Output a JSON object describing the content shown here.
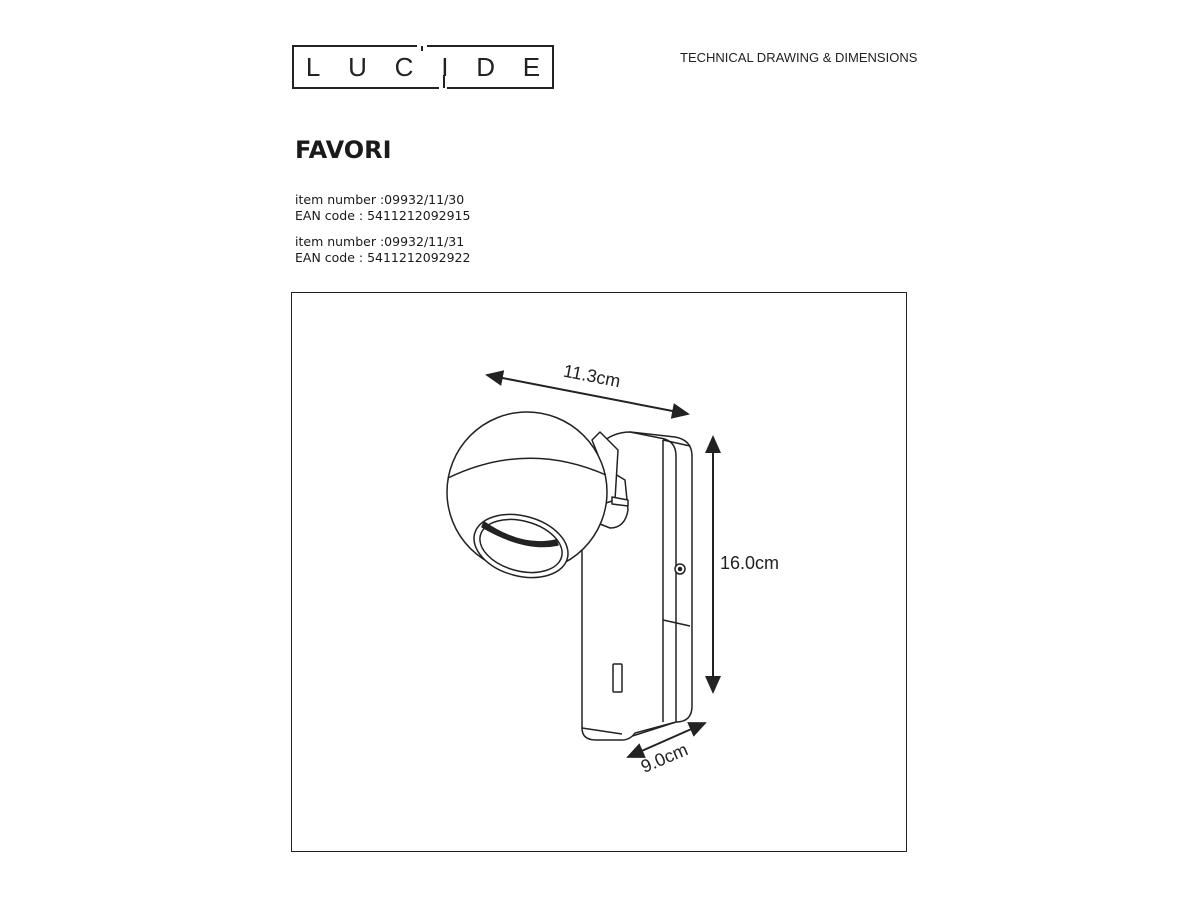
{
  "brand": {
    "logo_text": "LUCIDE",
    "letters": [
      "L",
      "U",
      "C",
      "I",
      "D",
      "E"
    ]
  },
  "header": {
    "doc_type": "TECHNICAL DRAWING & DIMENSIONS"
  },
  "product": {
    "name": "FAVORI",
    "variants": [
      {
        "item_number": "item number :09932/11/30",
        "ean": "EAN code : 5411212092915"
      },
      {
        "item_number": "item number :09932/11/31",
        "ean": "EAN code : 5411212092922"
      }
    ]
  },
  "dimensions": {
    "width": "11.3cm",
    "height": "16.0cm",
    "depth": "9.0cm"
  }
}
